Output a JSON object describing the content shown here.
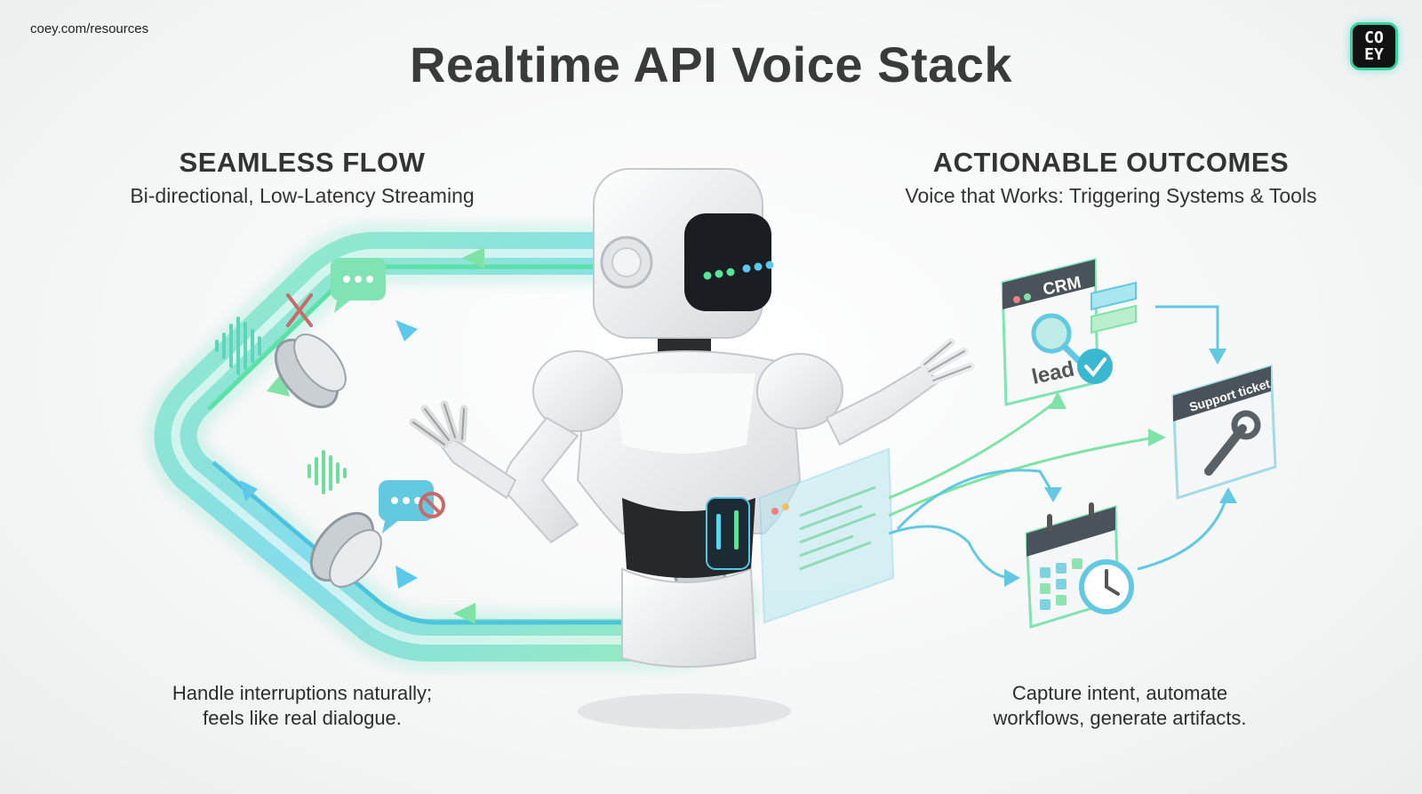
{
  "header": {
    "source_url": "coey.com/resources",
    "title": "Realtime API Voice Stack",
    "logo_text": [
      "CO",
      "EY"
    ]
  },
  "left_panel": {
    "heading": "SEAMLESS FLOW",
    "subheading": "Bi-directional, Low-Latency Streaming",
    "caption_line1": "Handle interruptions naturally;",
    "caption_line2": "feels like real dialogue."
  },
  "right_panel": {
    "heading": "ACTIONABLE OUTCOMES",
    "subheading": "Voice that Works: Triggering Systems & Tools",
    "caption_line1": "Capture intent, automate",
    "caption_line2": "workflows, generate artifacts.",
    "crm_card": {
      "title": "CRM",
      "label": "lead"
    },
    "ticket_card": {
      "title": "Support ticket"
    }
  },
  "icons": [
    "sound-wave-icon",
    "chat-bubble-icon",
    "cross-icon",
    "no-entry-icon",
    "magnifier-icon",
    "checkmark-icon",
    "wrench-icon",
    "calendar-icon",
    "clock-icon",
    "robot-illustration"
  ],
  "colors": {
    "cyan": "#4fc8e8",
    "green": "#5fe0a0",
    "text": "#333333",
    "logo_ring": "#36d39a"
  }
}
